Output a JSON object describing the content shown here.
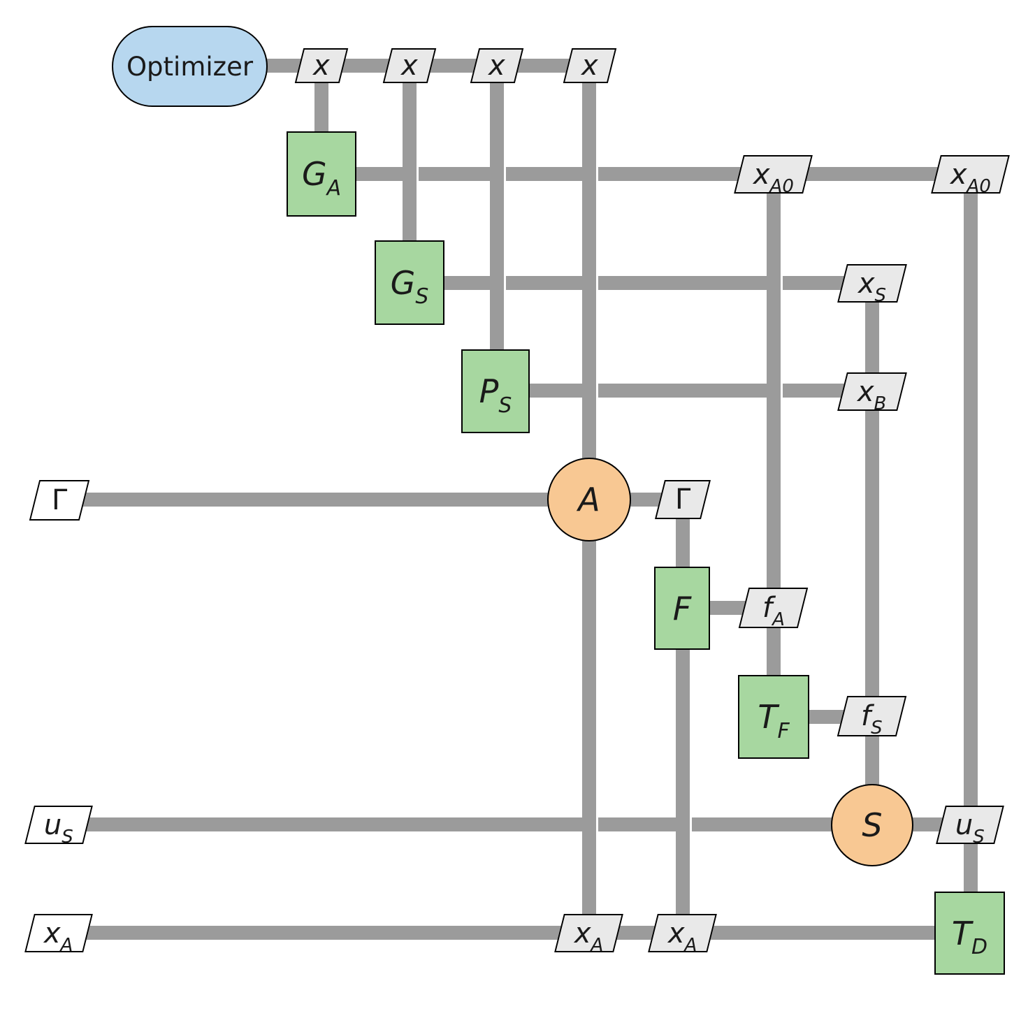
{
  "diagram": {
    "name": "optimizer-dataflow-diagram"
  },
  "colors": {
    "line": "#9b9b9b",
    "process_fill": "#a7d7a0",
    "start_fill": "#b7d7ef",
    "operator_fill": "#f8c893",
    "data_fill": "#e9e9e9",
    "input_fill": "#ffffff",
    "border": "#000000",
    "text": "#1a1a1a"
  },
  "nodes": {
    "optimizer": {
      "label": "Optimizer"
    },
    "x1": {
      "base": "x",
      "sub": ""
    },
    "x2": {
      "base": "x",
      "sub": ""
    },
    "x3": {
      "base": "x",
      "sub": ""
    },
    "x4": {
      "base": "x",
      "sub": ""
    },
    "g_a": {
      "base": "G",
      "sub": "A"
    },
    "g_s": {
      "base": "G",
      "sub": "S"
    },
    "p_s": {
      "base": "P",
      "sub": "S"
    },
    "a": {
      "base": "A",
      "sub": ""
    },
    "s": {
      "base": "S",
      "sub": ""
    },
    "f": {
      "base": "F",
      "sub": ""
    },
    "t_f": {
      "base": "T",
      "sub": "F"
    },
    "t_d": {
      "base": "T",
      "sub": "D"
    },
    "f_a": {
      "base": "f",
      "sub": "A"
    },
    "f_s": {
      "base": "f",
      "sub": "S"
    },
    "x_a0_left": {
      "base": "x",
      "sub": "A0"
    },
    "x_a0_right": {
      "base": "x",
      "sub": "A0"
    },
    "x_s": {
      "base": "x",
      "sub": "S"
    },
    "x_b": {
      "base": "x",
      "sub": "B"
    },
    "gamma_left": {
      "base": "Γ",
      "sub": ""
    },
    "gamma_right": {
      "base": "Γ",
      "sub": ""
    },
    "u_s_left": {
      "base": "u",
      "sub": "S"
    },
    "u_s_right": {
      "base": "u",
      "sub": "S"
    },
    "x_a_left": {
      "base": "x",
      "sub": "A"
    },
    "x_a_mid1": {
      "base": "x",
      "sub": "A"
    },
    "x_a_mid2": {
      "base": "x",
      "sub": "A"
    }
  }
}
